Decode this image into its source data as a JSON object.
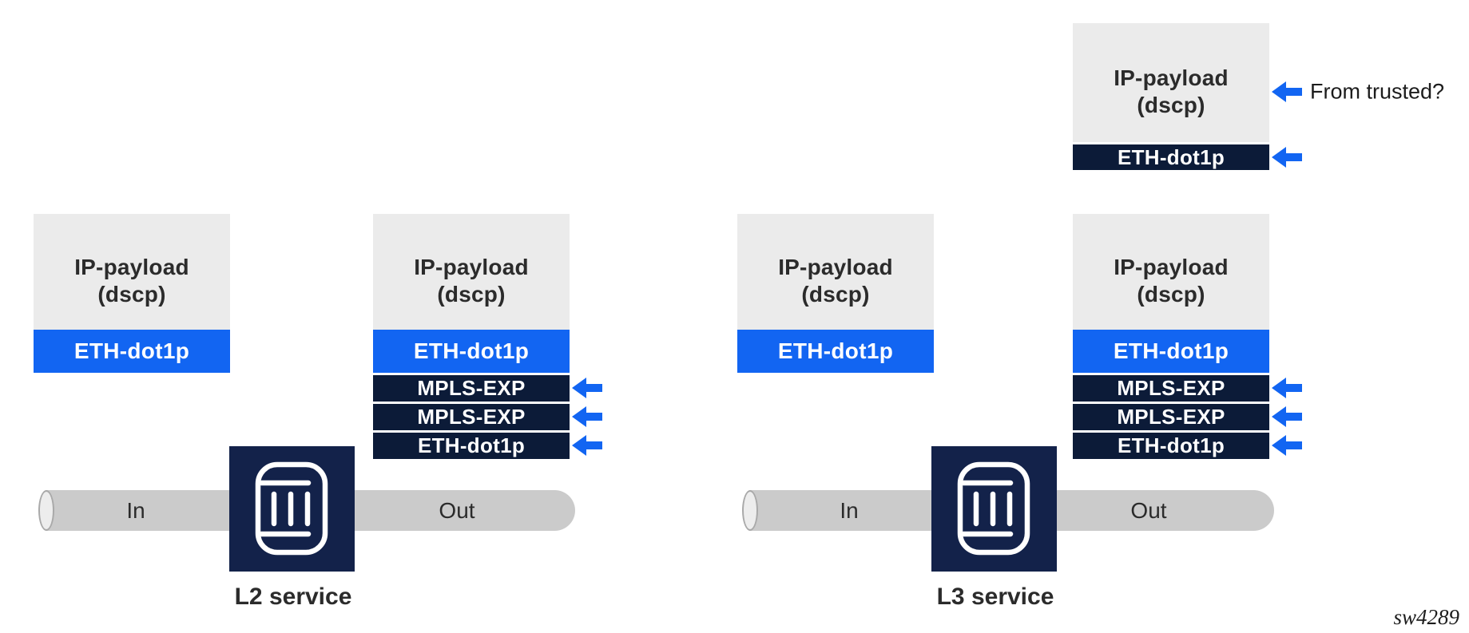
{
  "colors": {
    "blue": "#1265F2",
    "navy": "#0C1B38",
    "navysq": "#13224A",
    "graybox": "#EBEBEB",
    "pipebody": "#CBCBCB",
    "pipecap": "#EDEDED",
    "pipecapline": "#A9A9A9",
    "textdark": "#2B2B2B",
    "textblack": "#1C1C1C"
  },
  "l2": {
    "service_label": "L2 service",
    "pipe": {
      "in_label": "In",
      "out_label": "Out"
    },
    "in_stack": {
      "payload_line1": "IP-payload",
      "payload_line2": "(dscp)",
      "dot1p_label": "ETH-dot1p"
    },
    "out_stack": {
      "payload_line1": "IP-payload",
      "payload_line2": "(dscp)",
      "dot1p_label": "ETH-dot1p",
      "pushed_labels": [
        "MPLS-EXP",
        "MPLS-EXP",
        "ETH-dot1p"
      ]
    }
  },
  "l3": {
    "service_label": "L3 service",
    "pipe": {
      "in_label": "In",
      "out_label": "Out"
    },
    "in_stack": {
      "payload_line1": "IP-payload",
      "payload_line2": "(dscp)",
      "dot1p_label": "ETH-dot1p"
    },
    "out_stack": {
      "payload_line1": "IP-payload",
      "payload_line2": "(dscp)",
      "dot1p_label": "ETH-dot1p",
      "pushed_labels": [
        "MPLS-EXP",
        "MPLS-EXP",
        "ETH-dot1p"
      ]
    },
    "trusted_stack": {
      "payload_line1": "IP-payload",
      "payload_line2": "(dscp)",
      "dot1p_label": "ETH-dot1p",
      "question_label": "From trusted?"
    }
  },
  "watermark": "sw4289"
}
